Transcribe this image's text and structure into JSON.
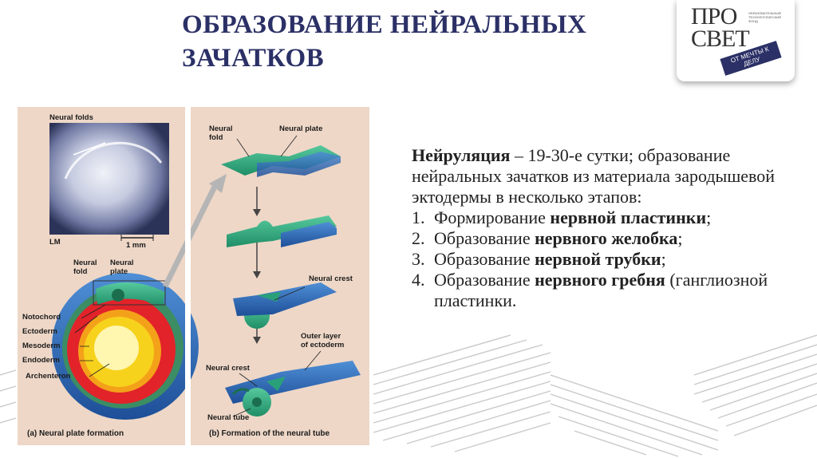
{
  "title": {
    "line1": "ОБРАЗОВАНИЕ НЕЙРАЛЬНЫХ",
    "line2": "ЗАЧАТКОВ"
  },
  "logo": {
    "line1": "ПРО",
    "line2": "СВЕТ",
    "ribbon": "ОТ МЕЧТЫ К ДЕЛУ",
    "small_text": "ОБРАЗОВАТЕЛЬНЫЙ ТЕХНОЛОГИЧЕСКИЙ ФОНД"
  },
  "figure": {
    "panel_a": {
      "neural_folds": "Neural folds",
      "lm": "LM",
      "scale": "1 mm",
      "neural_fold": "Neural\nfold",
      "neural_plate": "Neural\nplate",
      "notochord": "Notochord",
      "ectoderm": "Ectoderm",
      "mesoderm": "Mesoderm",
      "endoderm": "Endoderm",
      "archenteron": "Archenteron",
      "caption": "(a) Neural plate formation"
    },
    "panel_b": {
      "neural_fold": "Neural\nfold",
      "neural_plate": "Neural plate",
      "neural_crest_1": "Neural crest",
      "outer_layer": "Outer layer\nof ectoderm",
      "neural_crest_2": "Neural crest",
      "neural_tube": "Neural tube",
      "caption": "(b) Formation of the neural tube"
    }
  },
  "text": {
    "term": "Нейруляция",
    "dash": " – ",
    "intro": "19-30-е сутки; образование нейральных зачатков из материала зародышевой эктодермы в несколько этапов:",
    "steps": [
      {
        "num": "1.",
        "pre": "Формирование ",
        "bold": "нервной пластинки",
        "post": ";"
      },
      {
        "num": "2.",
        "pre": "Образование ",
        "bold": "нервного желобка",
        "post": ";"
      },
      {
        "num": "3.",
        "pre": "Образование ",
        "bold": "нервной трубки",
        "post": ";"
      },
      {
        "num": "4.",
        "pre": "Образование ",
        "bold": "нервного гребня",
        "post": " (ганглиозной пластинки."
      }
    ]
  },
  "colors": {
    "title": "#2b3066",
    "figure_bg": "#eed7c7",
    "neural_green": "#3cb58a",
    "ectoderm_blue": "#2f6fb8",
    "mesoderm_red": "#e2232a",
    "endoderm_yellow": "#f7d21c"
  }
}
